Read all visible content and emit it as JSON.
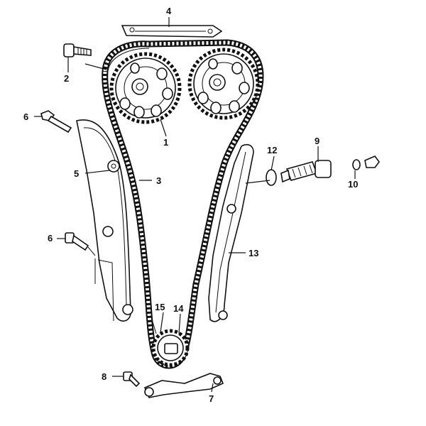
{
  "callouts": [
    {
      "id": "1",
      "text": "1"
    },
    {
      "id": "2",
      "text": "2"
    },
    {
      "id": "3",
      "text": "3"
    },
    {
      "id": "4",
      "text": "4"
    },
    {
      "id": "5",
      "text": "5"
    },
    {
      "id": "6a",
      "text": "6"
    },
    {
      "id": "6b",
      "text": "6"
    },
    {
      "id": "7",
      "text": "7"
    },
    {
      "id": "8",
      "text": "8"
    },
    {
      "id": "9",
      "text": "9"
    },
    {
      "id": "10",
      "text": "10"
    },
    {
      "id": "12",
      "text": "12"
    },
    {
      "id": "13",
      "text": "13"
    },
    {
      "id": "14",
      "text": "14"
    },
    {
      "id": "15",
      "text": "15"
    }
  ],
  "colors": {
    "ink": "#111111",
    "paper": "#ffffff"
  },
  "icons": [
    "sprocket-icon",
    "bolt-icon",
    "chain-icon",
    "tensioner-icon",
    "guide-rail-icon",
    "washer-icon"
  ]
}
